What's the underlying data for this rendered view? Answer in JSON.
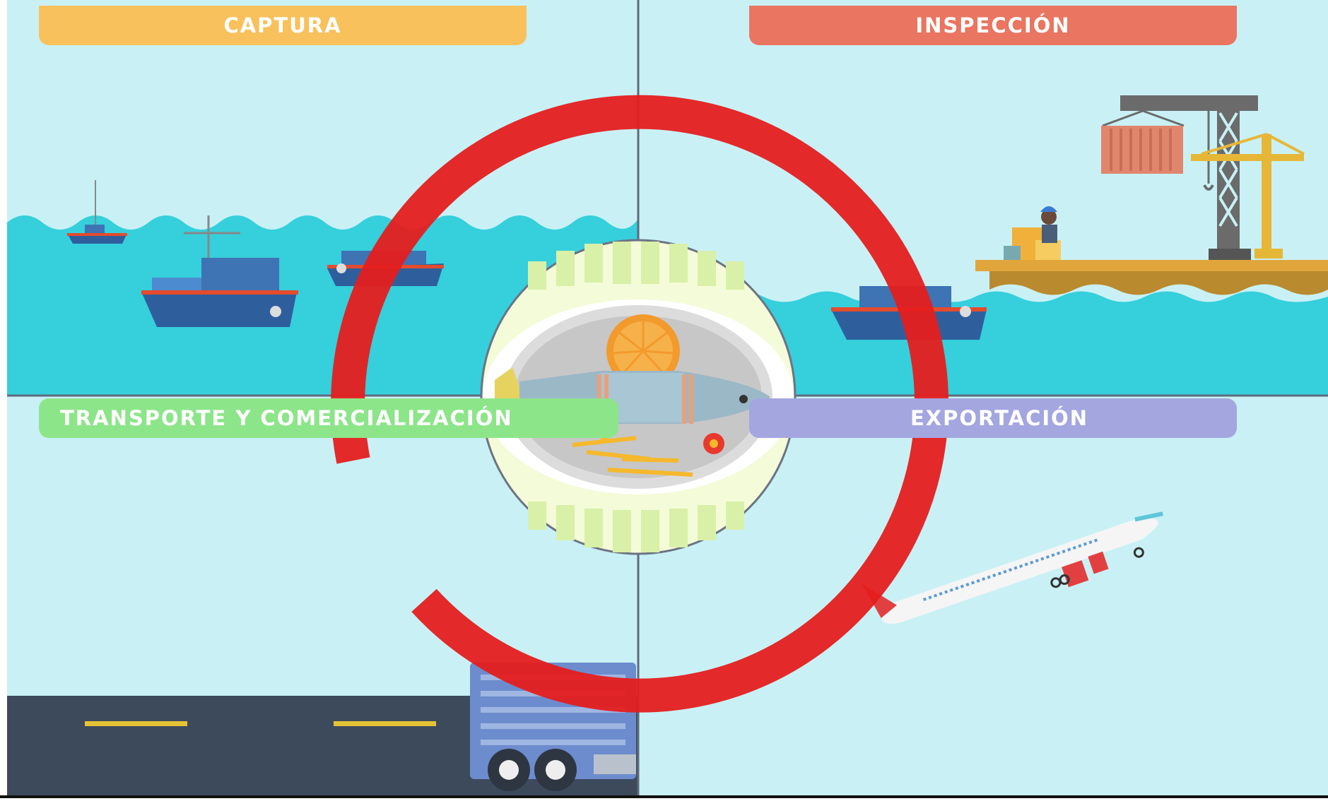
{
  "banners": {
    "captura": "CAPTURA",
    "inspeccion": "INSPECCIÓN",
    "transporte": "TRANSPORTE Y COMERCIALIZACIÓN",
    "exportacion": "EXPORTACIÓN"
  },
  "colors": {
    "sky": "#c9f1f5",
    "sea": "#36cfdc",
    "divider": "#5f6b7d",
    "road": "#3d4a5c",
    "red_ring": "#e51e1e",
    "captura": "#f8c15c",
    "inspeccion": "#ea7560",
    "transporte": "#8de58a",
    "exportacion": "#a4a6e0"
  },
  "icons": [
    "fishing-boat-icon",
    "crane-icon",
    "container-icon",
    "dock-worker-icon",
    "fish-plate-icon",
    "airplane-icon",
    "truck-icon"
  ]
}
